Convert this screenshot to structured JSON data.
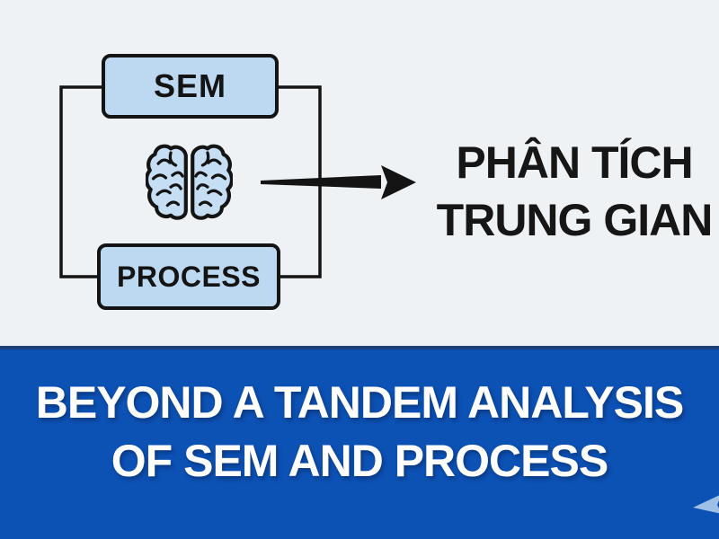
{
  "diagram": {
    "sem_label": "SEM",
    "process_label": "PROCESS",
    "annotation": {
      "line1": "PHÂN TÍCH",
      "line2": "TRUNG GIAN"
    },
    "icons": [
      "brain-icon",
      "arrow-right-icon"
    ]
  },
  "banner": {
    "line1": "BEYOND A TANDEM ANALYSIS",
    "line2": "OF SEM AND PROCESS",
    "icons": [
      "cursor-icon"
    ]
  },
  "colors": {
    "top_background": "#eef2f4",
    "box_fill": "#bdd9f2",
    "outline_black": "#141414",
    "banner_blue": "#0c51b4",
    "banner_top_border": "#1c3f79",
    "banner_text": "#ffffff",
    "cursor_blue": "#a6c6e9"
  }
}
